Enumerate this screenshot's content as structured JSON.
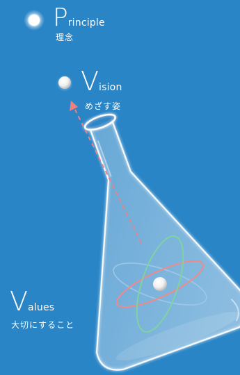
{
  "principle": {
    "initial": "P",
    "rest": "rinciple",
    "sub": "理念"
  },
  "vision": {
    "initial": "V",
    "rest": "ision",
    "sub": "めざす姿"
  },
  "values": {
    "initial": "V",
    "rest": "alues",
    "sub": "大切にすること"
  },
  "colors": {
    "background": "#2a85c6",
    "arrow": "#f08080",
    "orbit_pink": "#f08a8a",
    "orbit_green": "#7fd3a0",
    "orbit_blue": "#9fc8e8",
    "glass": "#ffffff"
  }
}
